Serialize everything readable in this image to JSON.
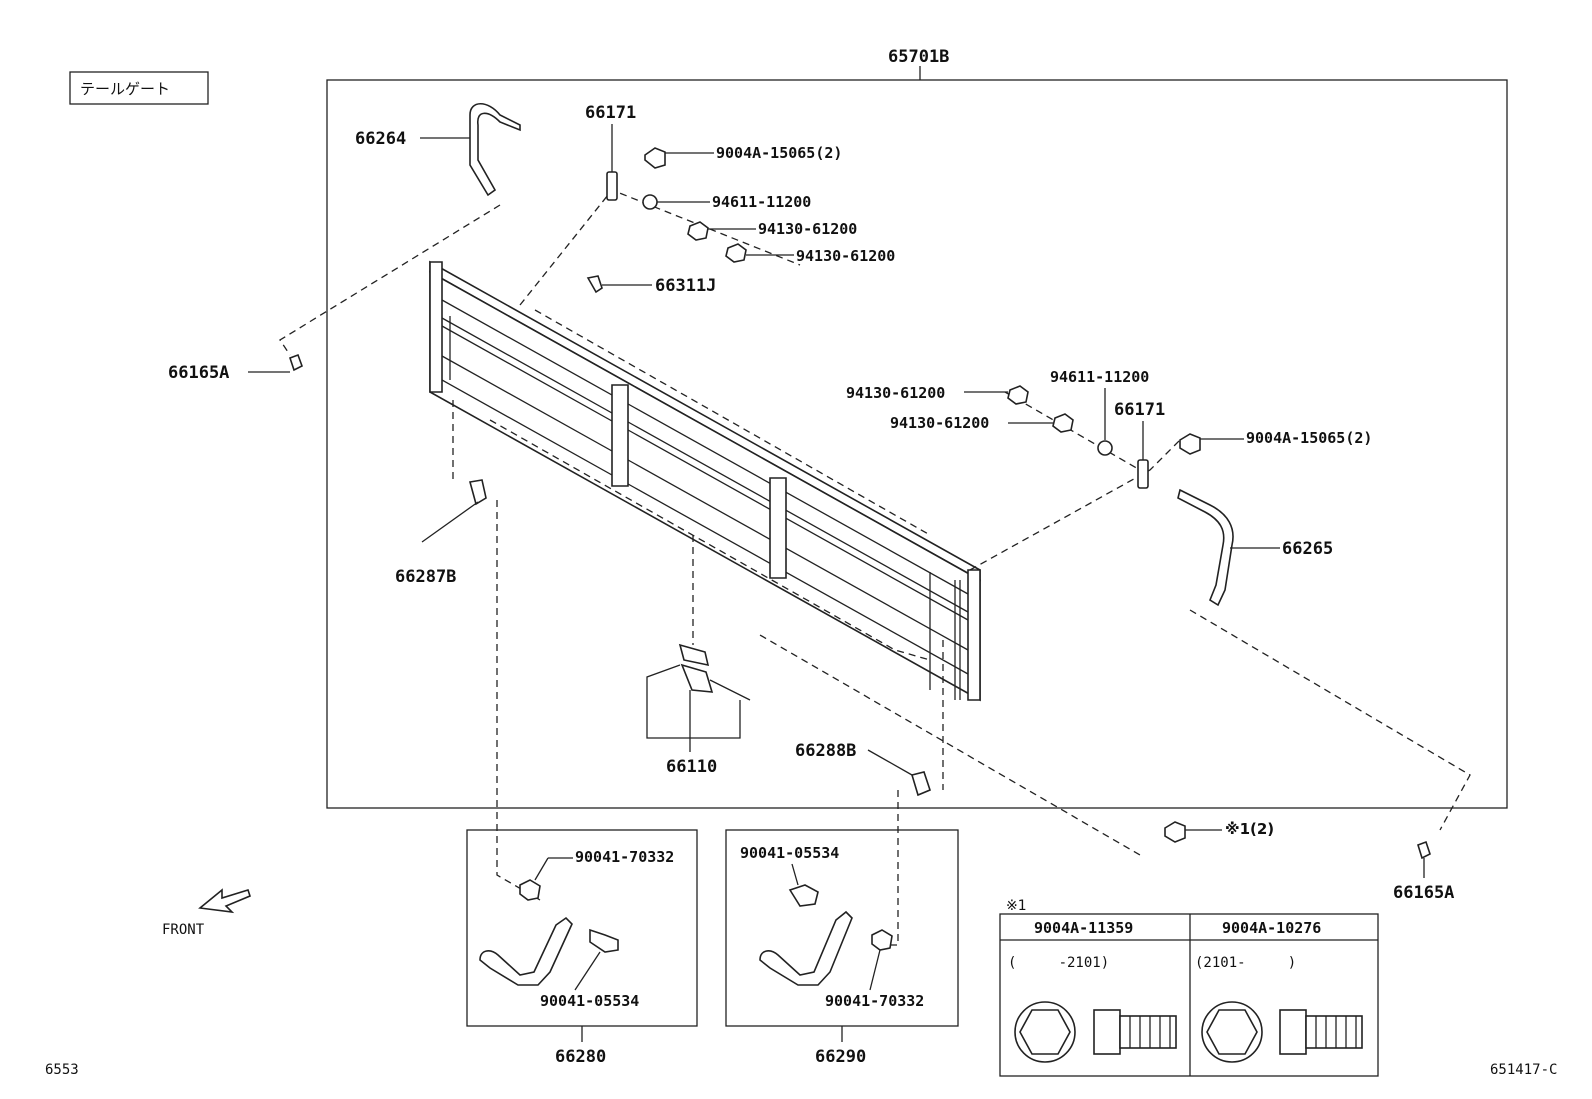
{
  "title_box": "テールゲート",
  "assembly_label": "65701B",
  "callouts": {
    "p66264": "66264",
    "p66171_left": "66171",
    "p9004a_left": "9004A-15065(2)",
    "p94611_left": "94611-11200",
    "p94130_left_a": "94130-61200",
    "p94130_left_b": "94130-61200",
    "p66311j": "66311J",
    "p66165a_left": "66165A",
    "p94130_right_a": "94130-61200",
    "p94611_right": "94611-11200",
    "p94130_right_b": "94130-61200",
    "p66171_right": "66171",
    "p9004a_right": "9004A-15065(2)",
    "p66265": "66265",
    "p66287b": "66287B",
    "p66110": "66110",
    "p66288b": "66288B",
    "p_note_ref": "※1(2)",
    "p66165a_right": "66165A",
    "p66280": "66280",
    "p66290": "66290"
  },
  "box_66280": {
    "upper": "90041-70332",
    "lower": "90041-05534"
  },
  "box_66290": {
    "upper": "90041-05534",
    "lower": "90041-70332"
  },
  "front_label": "FRONT",
  "note_table": {
    "mark": "※1",
    "columns": [
      {
        "part": "9004A-11359",
        "range": "(     -2101)"
      },
      {
        "part": "9004A-10276",
        "range": "(2101-     )"
      }
    ]
  },
  "footer_left": "6553",
  "footer_right": "651417-C"
}
